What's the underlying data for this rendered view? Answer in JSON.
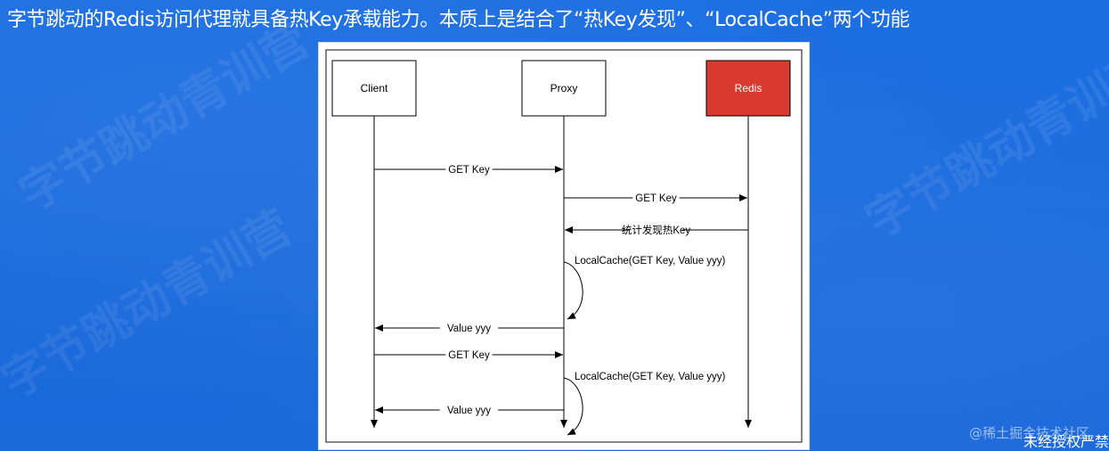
{
  "slide": {
    "title": "字节跳动的Redis访问代理就具备热Key承载能力。本质上是结合了“热Key发现”、“LocalCache”两个功能",
    "watermark_text": "字节跳动青训营"
  },
  "diagram": {
    "participants": [
      "Client",
      "Proxy",
      "Redis"
    ],
    "participant_fill": {
      "Client": "#ffffff",
      "Proxy": "#ffffff",
      "Redis": "#d93a2f"
    },
    "messages": [
      {
        "from": "Client",
        "to": "Proxy",
        "label": "GET Key"
      },
      {
        "from": "Proxy",
        "to": "Redis",
        "label": "GET Key"
      },
      {
        "from": "Redis",
        "to": "Proxy",
        "label": "统计发现热Key"
      },
      {
        "from": "Proxy",
        "to": "Proxy",
        "label": "LocalCache(GET Key, Value yyy)"
      },
      {
        "from": "Proxy",
        "to": "Client",
        "label": "Value yyy"
      },
      {
        "from": "Client",
        "to": "Proxy",
        "label": "GET Key"
      },
      {
        "from": "Proxy",
        "to": "Proxy",
        "label": "LocalCache(GET Key, Value yyy)"
      },
      {
        "from": "Proxy",
        "to": "Client",
        "label": "Value yyy"
      }
    ]
  },
  "footer": {
    "site": "@稀土掘金技术社区",
    "notice": "未经授权严禁"
  }
}
